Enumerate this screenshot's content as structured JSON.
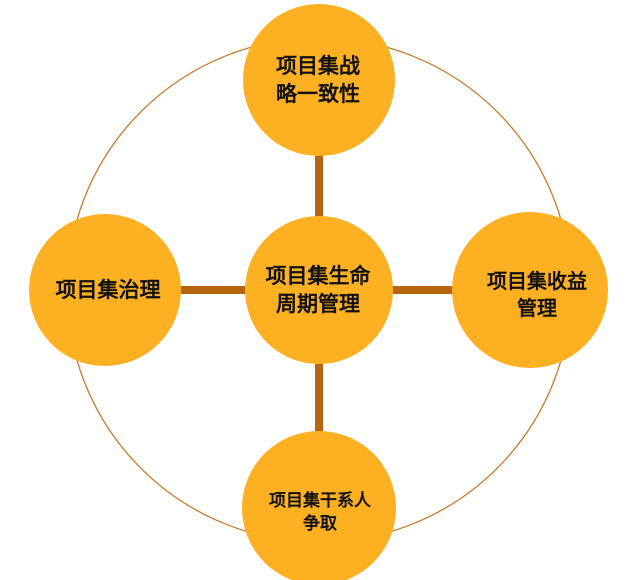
{
  "nodes": {
    "top": "项目集战\n略一致性",
    "left": "项目集治理",
    "center": "项目集生命\n周期管理",
    "right": "项目集收益\n管理",
    "bottom": "项目集干系人\n争取"
  },
  "colors": {
    "node_fill": "#FDB022",
    "connector": "#B8650F",
    "ring": "#C67A2C",
    "text": "#111111"
  }
}
